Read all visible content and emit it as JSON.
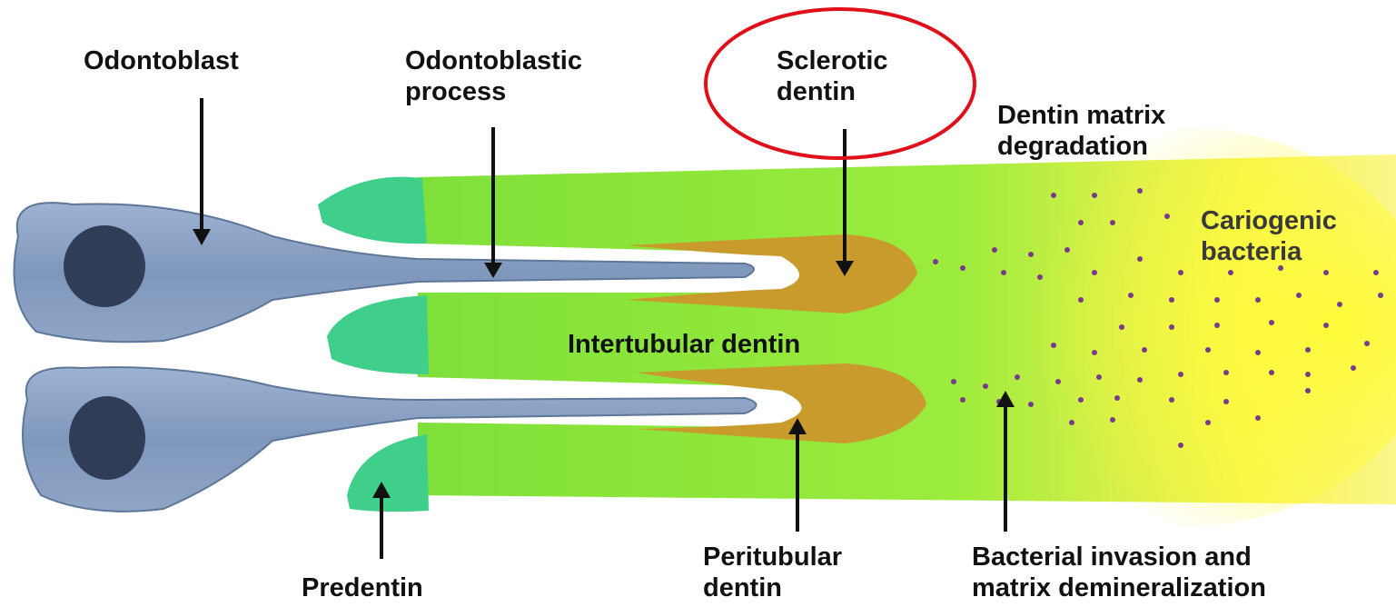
{
  "labels": {
    "odontoblast": "Odontoblast",
    "odontoblastic_process": [
      "Odontoblastic",
      "process"
    ],
    "sclerotic_dentin": [
      "Sclerotic",
      "dentin"
    ],
    "dentin_matrix_degradation": [
      "Dentin matrix",
      "degradation"
    ],
    "cariogenic_bacteria": [
      "Cariogenic",
      "bacteria"
    ],
    "intertubular_dentin": "Intertubular dentin",
    "predentin": "Predentin",
    "peritubular_dentin": [
      "Peritubular",
      "dentin"
    ],
    "bacterial_invasion": [
      "Bacterial invasion and",
      "matrix demineralization"
    ]
  },
  "colors": {
    "odontoblast": "#8aa2c4",
    "nucleus": "#2f3d57",
    "predentin": "#3fcf8a",
    "intertubular_dentin": "#8ee83a",
    "sclerotic_dentin": "#c79a2a",
    "carious_zone": "#f5f542",
    "bacteria": "#7a3a8c",
    "highlight_circle": "#e0101a"
  }
}
